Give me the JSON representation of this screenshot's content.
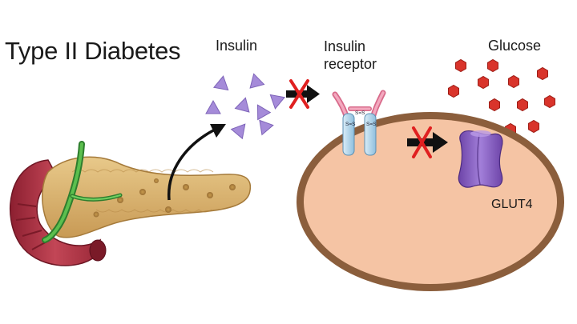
{
  "title": "Type II Diabetes",
  "labels": {
    "insulin": "Insulin",
    "insulin_receptor_line1": "Insulin",
    "insulin_receptor_line2": "receptor",
    "glucose": "Glucose",
    "glut4": "GLUT4",
    "disulfide": "S=S"
  },
  "colors": {
    "insulin": "#a58bd9",
    "glucose": "#d9342b",
    "cell_fill": "#f5c4a4",
    "cell_membrane": "#8b5e3c",
    "pancreas": "#d9b26b",
    "duodenum": "#b53a4a",
    "bile_duct": "#3a9a3a",
    "receptor": "#a9cfe6",
    "block_x": "#e02020",
    "glut4": "#8e63c4"
  },
  "icons": [
    "insulin-triangle-icon",
    "glucose-hexagon-icon",
    "blocked-x-icon",
    "arrow-right-icon",
    "curved-arrow-icon"
  ]
}
